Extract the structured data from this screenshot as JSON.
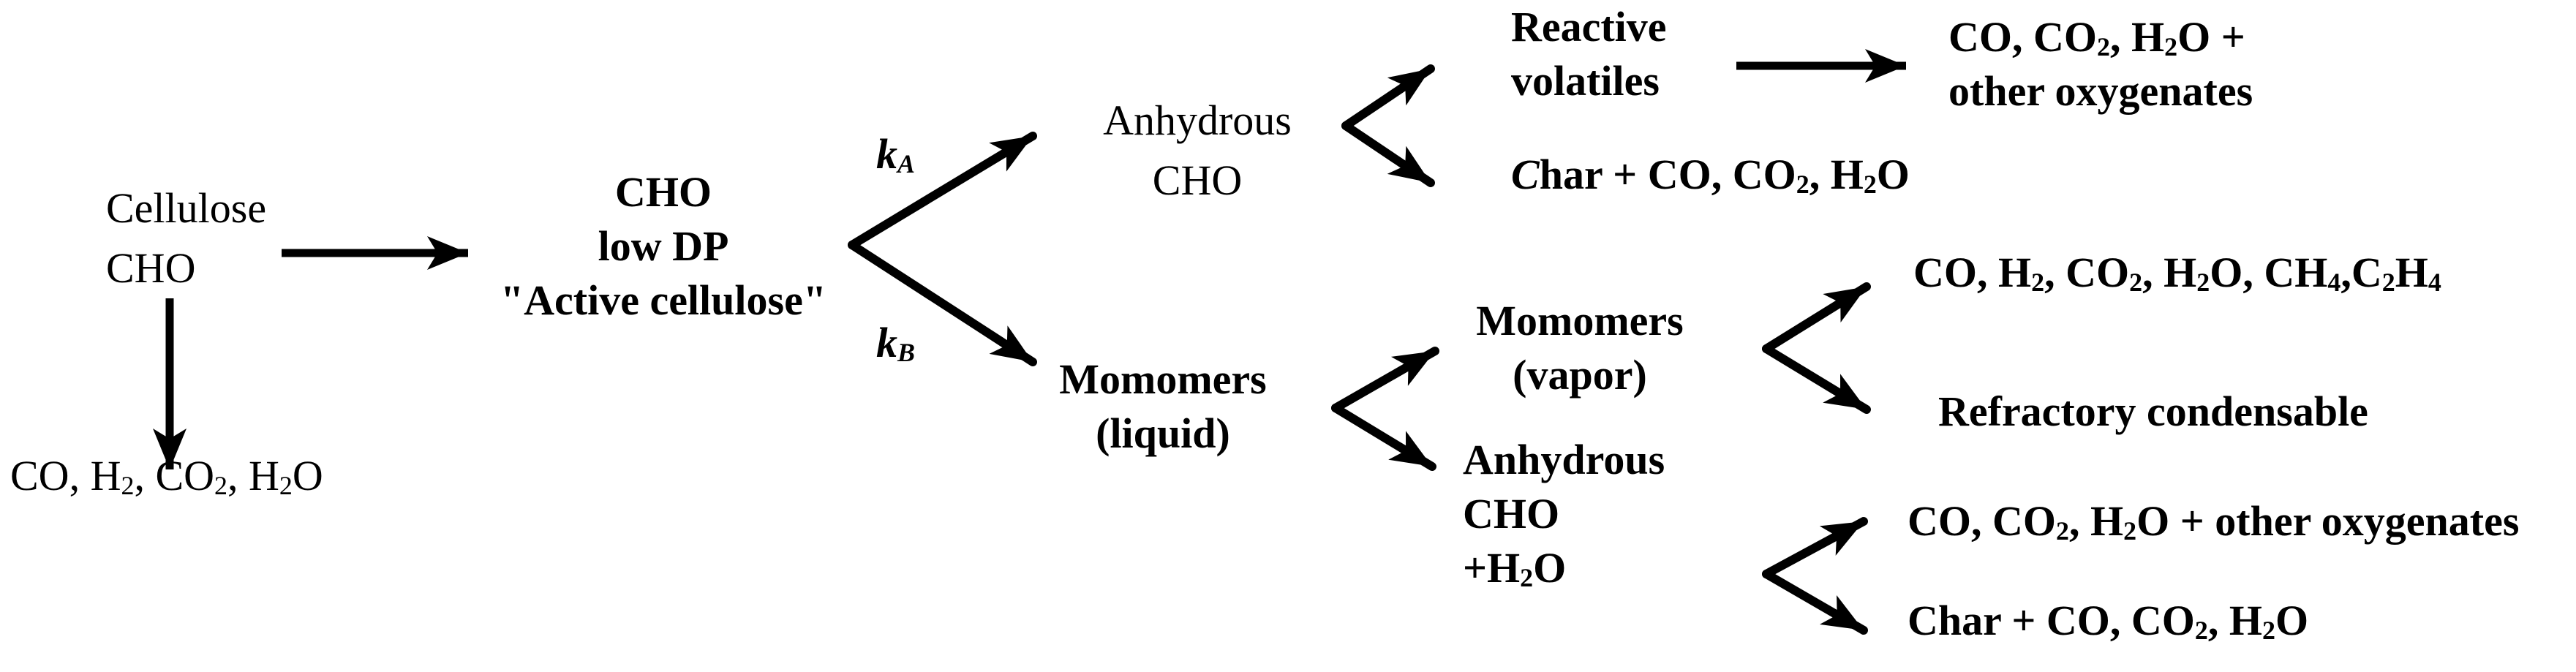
{
  "diagram": {
    "title": "Cellulose pyrolysis reaction pathway scheme",
    "accent_color": "#000000",
    "background_color": "#ffffff"
  },
  "nodes": {
    "cellulose": {
      "lines": [
        "Cellulose",
        "CHO"
      ]
    },
    "cellulose_gases": {
      "text": "CO, H_2, CO_2, H_2O"
    },
    "active_cellulose": {
      "lines": [
        "CHO",
        "low DP",
        "\"Active cellulose\""
      ]
    },
    "rate_constant_a": {
      "text": "k_A"
    },
    "rate_constant_b": {
      "text": "k_B"
    },
    "anhydrous_cho": {
      "lines": [
        "Anhydrous",
        "CHO"
      ]
    },
    "reactive_volatiles": {
      "lines": [
        "Reactive",
        "volatiles"
      ]
    },
    "volatiles_gases": {
      "lines": [
        "CO, CO_2, H_2O +",
        "other oxygenates"
      ]
    },
    "char_from_anhydrous": {
      "text": "*C*har + CO, CO_2, H_2O"
    },
    "monomers_liquid": {
      "lines": [
        "Momomers",
        "(liquid)"
      ]
    },
    "monomers_vapor": {
      "lines": [
        "Momomers",
        "(vapor)"
      ]
    },
    "anhydrous_cho_water": {
      "lines": [
        "Anhydrous",
        "CHO",
        "+H_2O"
      ]
    },
    "vapor_gases": {
      "text": "CO, H_2, CO_2, H_2O, CH_4,C_2H_4"
    },
    "refractory": {
      "text": "Refractory condensable"
    },
    "hydrated_gases": {
      "text": "CO, CO_2, H_2O + other oxygenates"
    },
    "char_final": {
      "text": "Char + CO, CO_2, H_2O"
    }
  },
  "edges": [
    {
      "from": "Cellulose CHO",
      "to": "CHO low DP \"Active cellulose\"",
      "label": ""
    },
    {
      "from": "Cellulose CHO",
      "to": "CO, H2, CO2, H2O",
      "label": ""
    },
    {
      "from": "CHO low DP \"Active cellulose\"",
      "to": "Anhydrous CHO",
      "label": "kA"
    },
    {
      "from": "CHO low DP \"Active cellulose\"",
      "to": "Momomers (liquid)",
      "label": "kB"
    },
    {
      "from": "Anhydrous CHO",
      "to": "Reactive volatiles",
      "label": ""
    },
    {
      "from": "Anhydrous CHO",
      "to": "Char + CO, CO2, H2O",
      "label": ""
    },
    {
      "from": "Reactive volatiles",
      "to": "CO, CO2, H2O + other oxygenates",
      "label": ""
    },
    {
      "from": "Momomers (liquid)",
      "to": "Momomers (vapor)",
      "label": ""
    },
    {
      "from": "Momomers (liquid)",
      "to": "Anhydrous CHO +H2O",
      "label": ""
    },
    {
      "from": "Momomers (vapor)",
      "to": "CO, H2, CO2, H2O, CH4,C2H4",
      "label": ""
    },
    {
      "from": "Momomers (vapor)",
      "to": "Refractory condensable",
      "label": ""
    },
    {
      "from": "Anhydrous CHO +H2O",
      "to": "CO, CO2, H2O + other oxygenates",
      "label": ""
    },
    {
      "from": "Anhydrous CHO +H2O",
      "to": "Char + CO, CO2, H2O",
      "label": ""
    }
  ]
}
